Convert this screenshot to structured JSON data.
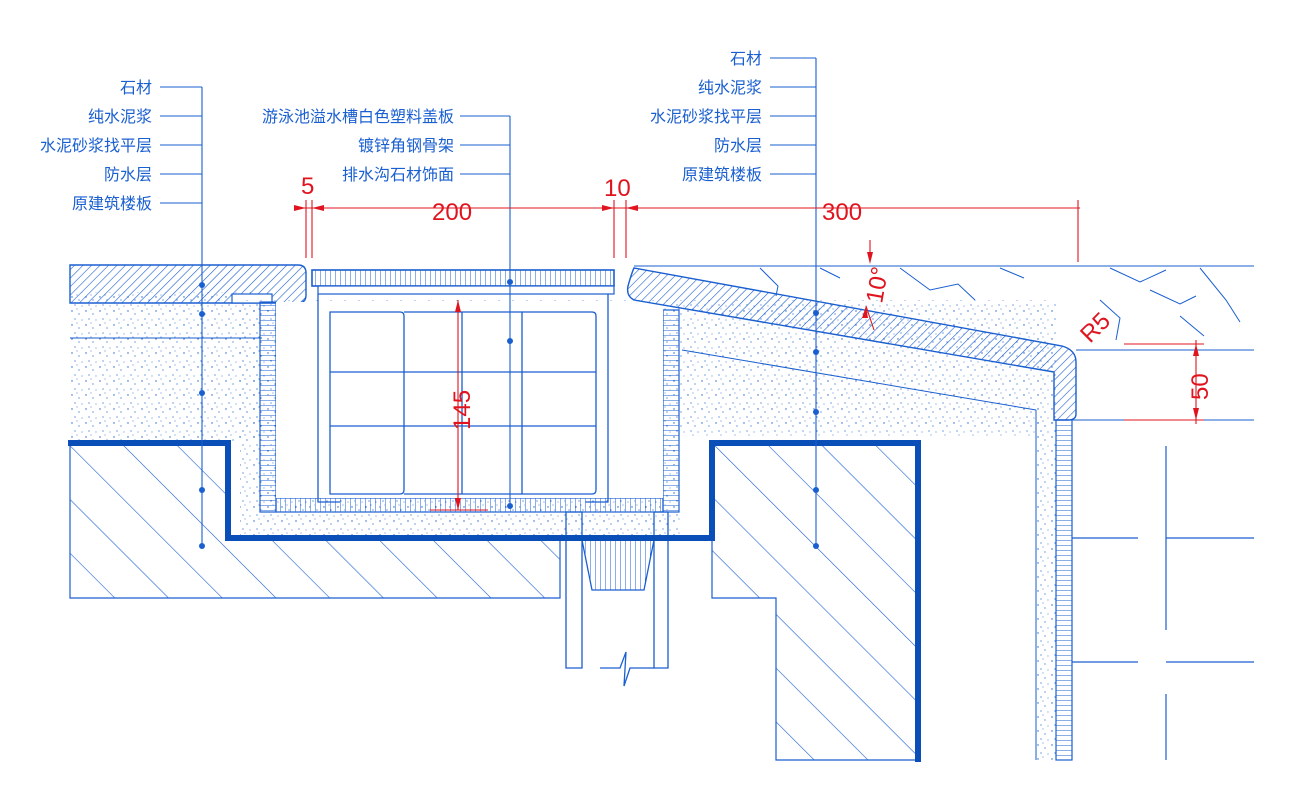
{
  "colors": {
    "line": "#1a5fd0",
    "dim": "#e0141e",
    "membrane": "#0a4fb8",
    "fill": "#ffffff"
  },
  "left_labels": [
    "石材",
    "纯水泥浆",
    "水泥砂浆找平层",
    "防水层",
    "原建筑楼板"
  ],
  "center_labels": [
    "游泳池溢水槽白色塑料盖板",
    "镀锌角钢骨架",
    "排水沟石材饰面"
  ],
  "right_labels": [
    "石材",
    "纯水泥浆",
    "水泥砂浆找平层",
    "防水层",
    "原建筑楼板"
  ],
  "dimensions": {
    "gap_left": "5",
    "cover_width": "200",
    "gap_right": "10",
    "ledge_width": "300",
    "channel_depth": "145",
    "slope": "10°",
    "radius": "R5",
    "nosing": "50"
  }
}
